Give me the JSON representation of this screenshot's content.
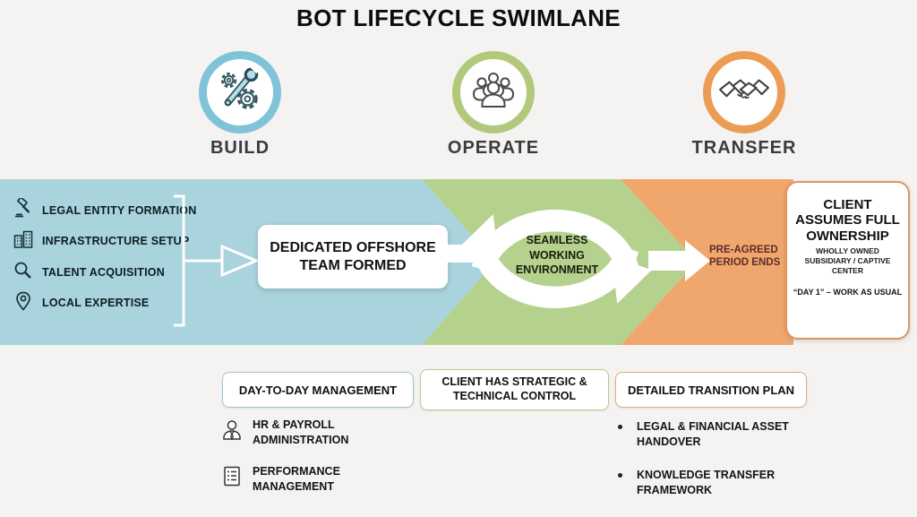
{
  "title": "BOT LIFECYCLE SWIMLANE",
  "phases": [
    {
      "label": "BUILD",
      "icon": "build-tools-icon"
    },
    {
      "label": "OPERATE",
      "icon": "team-icon"
    },
    {
      "label": "TRANSFER",
      "icon": "handshake-icon"
    }
  ],
  "build_lane": {
    "items": [
      {
        "icon": "gavel-icon",
        "label": "LEGAL ENTITY FORMATION"
      },
      {
        "icon": "buildings-icon",
        "label": "INFRASTRUCTURE SETUP"
      },
      {
        "icon": "search-icon",
        "label": "TALENT ACQUISITION"
      },
      {
        "icon": "location-pin-icon",
        "label": "LOCAL EXPERTISE"
      }
    ],
    "callout": "DEDICATED OFFSHORE TEAM FORMED"
  },
  "operate_lane": {
    "label": "SEAMLESS WORKING ENVIRONMENT"
  },
  "transfer_lane": {
    "arrow_label": "PRE-AGREED PERIOD ENDS",
    "outcome_title": "CLIENT ASSUMES FULL OWNERSHIP",
    "outcome_subtitle": "WHOLLY OWNED SUBSIDIARY / CAPTIVE CENTER",
    "outcome_note": "“DAY 1” – WORK AS USUAL"
  },
  "bottom": {
    "operate_box": "DAY-TO-DAY MANAGEMENT",
    "control_box": "CLIENT HAS STRATEGIC & TECHNICAL CONTROL",
    "transition_box": "DETAILED TRANSITION PLAN",
    "operate_items": [
      {
        "icon": "hr-person-icon",
        "label": "HR & PAYROLL ADMINISTRATION"
      },
      {
        "icon": "checklist-icon",
        "label": "PERFORMANCE MANAGEMENT"
      }
    ],
    "transfer_items": [
      {
        "label": "LEGAL & FINANCIAL ASSET HANDOVER"
      },
      {
        "label": "KNOWLEDGE TRANSFER FRAMEWORK"
      }
    ]
  },
  "colors": {
    "build_lane": "#a9d3dd",
    "operate_lane": "#b4d28e",
    "transfer_lane": "#f0a76d",
    "build_ring": "#7fc3d8",
    "operate_ring": "#b2c97b",
    "transfer_ring": "#eb9d55",
    "arrow_text_color": "#5e2c2c"
  }
}
